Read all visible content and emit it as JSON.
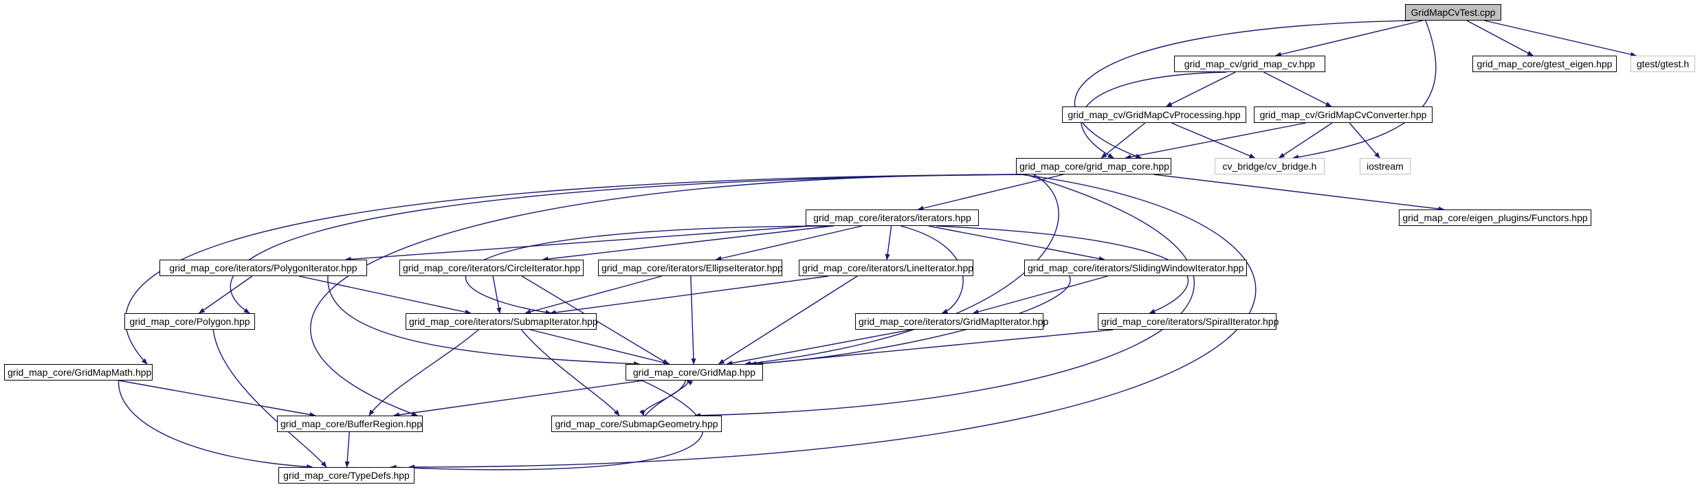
{
  "graph": {
    "edge_color": "#191970",
    "nodes": [
      {
        "id": "GridMapCvTest",
        "label": "GridMapCvTest.cpp",
        "style": "root"
      },
      {
        "id": "grid_map_cv",
        "label": "grid_map_cv/grid_map_cv.hpp",
        "style": "normal"
      },
      {
        "id": "gtest_eigen",
        "label": "grid_map_core/gtest_eigen.hpp",
        "style": "normal"
      },
      {
        "id": "gtest",
        "label": "gtest/gtest.h",
        "style": "external"
      },
      {
        "id": "GridMapCvProcessing",
        "label": "grid_map_cv/GridMapCvProcessing.hpp",
        "style": "normal"
      },
      {
        "id": "GridMapCvConverter",
        "label": "grid_map_cv/GridMapCvConverter.hpp",
        "style": "normal"
      },
      {
        "id": "grid_map_core",
        "label": "grid_map_core/grid_map_core.hpp",
        "style": "normal"
      },
      {
        "id": "cv_bridge",
        "label": "cv_bridge/cv_bridge.h",
        "style": "external"
      },
      {
        "id": "iostream",
        "label": "iostream",
        "style": "external"
      },
      {
        "id": "iterators",
        "label": "grid_map_core/iterators/iterators.hpp",
        "style": "normal"
      },
      {
        "id": "Functors",
        "label": "grid_map_core/eigen_plugins/Functors.hpp",
        "style": "normal"
      },
      {
        "id": "PolygonIterator",
        "label": "grid_map_core/iterators/PolygonIterator.hpp",
        "style": "normal"
      },
      {
        "id": "CircleIterator",
        "label": "grid_map_core/iterators/CircleIterator.hpp",
        "style": "normal"
      },
      {
        "id": "EllipseIterator",
        "label": "grid_map_core/iterators/EllipseIterator.hpp",
        "style": "normal"
      },
      {
        "id": "LineIterator",
        "label": "grid_map_core/iterators/LineIterator.hpp",
        "style": "normal"
      },
      {
        "id": "SlidingWindowIterator",
        "label": "grid_map_core/iterators/SlidingWindowIterator.hpp",
        "style": "normal"
      },
      {
        "id": "Polygon",
        "label": "grid_map_core/Polygon.hpp",
        "style": "normal"
      },
      {
        "id": "SubmapIterator",
        "label": "grid_map_core/iterators/SubmapIterator.hpp",
        "style": "normal"
      },
      {
        "id": "GridMapIterator",
        "label": "grid_map_core/iterators/GridMapIterator.hpp",
        "style": "normal"
      },
      {
        "id": "SpiralIterator",
        "label": "grid_map_core/iterators/SpiralIterator.hpp",
        "style": "normal"
      },
      {
        "id": "GridMapMath",
        "label": "grid_map_core/GridMapMath.hpp",
        "style": "normal"
      },
      {
        "id": "GridMap",
        "label": "grid_map_core/GridMap.hpp",
        "style": "normal"
      },
      {
        "id": "BufferRegion",
        "label": "grid_map_core/BufferRegion.hpp",
        "style": "normal"
      },
      {
        "id": "SubmapGeometry",
        "label": "grid_map_core/SubmapGeometry.hpp",
        "style": "normal"
      },
      {
        "id": "TypeDefs",
        "label": "grid_map_core/TypeDefs.hpp",
        "style": "normal"
      }
    ],
    "edges": [
      [
        "GridMapCvTest",
        "grid_map_cv"
      ],
      [
        "GridMapCvTest",
        "gtest_eigen"
      ],
      [
        "GridMapCvTest",
        "gtest"
      ],
      [
        "GridMapCvTest",
        "grid_map_core"
      ],
      [
        "GridMapCvTest",
        "cv_bridge"
      ],
      [
        "grid_map_cv",
        "GridMapCvProcessing"
      ],
      [
        "grid_map_cv",
        "GridMapCvConverter"
      ],
      [
        "grid_map_cv",
        "grid_map_core"
      ],
      [
        "GridMapCvProcessing",
        "grid_map_core"
      ],
      [
        "GridMapCvProcessing",
        "cv_bridge"
      ],
      [
        "GridMapCvConverter",
        "grid_map_core"
      ],
      [
        "GridMapCvConverter",
        "cv_bridge"
      ],
      [
        "GridMapCvConverter",
        "iostream"
      ],
      [
        "grid_map_core",
        "iterators"
      ],
      [
        "grid_map_core",
        "Functors"
      ],
      [
        "grid_map_core",
        "Polygon"
      ],
      [
        "grid_map_core",
        "GridMapMath"
      ],
      [
        "grid_map_core",
        "GridMap"
      ],
      [
        "grid_map_core",
        "BufferRegion"
      ],
      [
        "grid_map_core",
        "SubmapGeometry"
      ],
      [
        "grid_map_core",
        "TypeDefs"
      ],
      [
        "iterators",
        "PolygonIterator"
      ],
      [
        "iterators",
        "CircleIterator"
      ],
      [
        "iterators",
        "EllipseIterator"
      ],
      [
        "iterators",
        "LineIterator"
      ],
      [
        "iterators",
        "SlidingWindowIterator"
      ],
      [
        "iterators",
        "SubmapIterator"
      ],
      [
        "iterators",
        "GridMapIterator"
      ],
      [
        "iterators",
        "SpiralIterator"
      ],
      [
        "PolygonIterator",
        "Polygon"
      ],
      [
        "PolygonIterator",
        "SubmapIterator"
      ],
      [
        "PolygonIterator",
        "GridMap"
      ],
      [
        "CircleIterator",
        "SubmapIterator"
      ],
      [
        "CircleIterator",
        "GridMap"
      ],
      [
        "EllipseIterator",
        "SubmapIterator"
      ],
      [
        "EllipseIterator",
        "GridMap"
      ],
      [
        "LineIterator",
        "SubmapIterator"
      ],
      [
        "LineIterator",
        "GridMap"
      ],
      [
        "SlidingWindowIterator",
        "GridMapIterator"
      ],
      [
        "SlidingWindowIterator",
        "GridMap"
      ],
      [
        "Polygon",
        "TypeDefs"
      ],
      [
        "SubmapIterator",
        "GridMap"
      ],
      [
        "SubmapIterator",
        "BufferRegion"
      ],
      [
        "SubmapIterator",
        "SubmapGeometry"
      ],
      [
        "GridMapIterator",
        "GridMap"
      ],
      [
        "SpiralIterator",
        "GridMap"
      ],
      [
        "GridMapMath",
        "BufferRegion"
      ],
      [
        "GridMapMath",
        "TypeDefs"
      ],
      [
        "GridMap",
        "BufferRegion"
      ],
      [
        "GridMap",
        "SubmapGeometry"
      ],
      [
        "GridMap",
        "TypeDefs"
      ],
      [
        "SubmapGeometry",
        "GridMap"
      ],
      [
        "BufferRegion",
        "TypeDefs"
      ]
    ]
  }
}
